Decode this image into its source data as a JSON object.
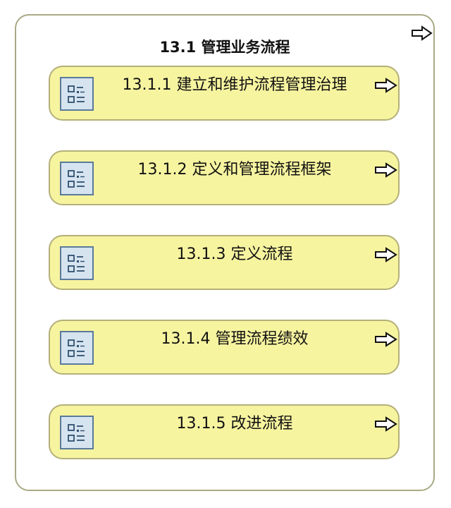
{
  "container": {
    "title": "13.1 管理业务流程",
    "arrow_icon": "hollow-right-arrow-icon"
  },
  "items": [
    {
      "label": "13.1.1 建立和维护流程管理治理",
      "icon": "activity-list-icon",
      "arrow_icon": "hollow-right-arrow-icon"
    },
    {
      "label": "13.1.2 定义和管理流程框架",
      "icon": "activity-list-icon",
      "arrow_icon": "hollow-right-arrow-icon"
    },
    {
      "label": "13.1.3 定义流程",
      "icon": "activity-list-icon",
      "arrow_icon": "hollow-right-arrow-icon"
    },
    {
      "label": "13.1.4 管理流程绩效",
      "icon": "activity-list-icon",
      "arrow_icon": "hollow-right-arrow-icon"
    },
    {
      "label": "13.1.5 改进流程",
      "icon": "activity-list-icon",
      "arrow_icon": "hollow-right-arrow-icon"
    }
  ],
  "colors": {
    "card_fill": "#f7f4a0",
    "card_border": "#b4b079",
    "outer_border": "#a9a985",
    "icon_fill": "#d6e4f0",
    "icon_stroke": "#5a7a9a"
  }
}
